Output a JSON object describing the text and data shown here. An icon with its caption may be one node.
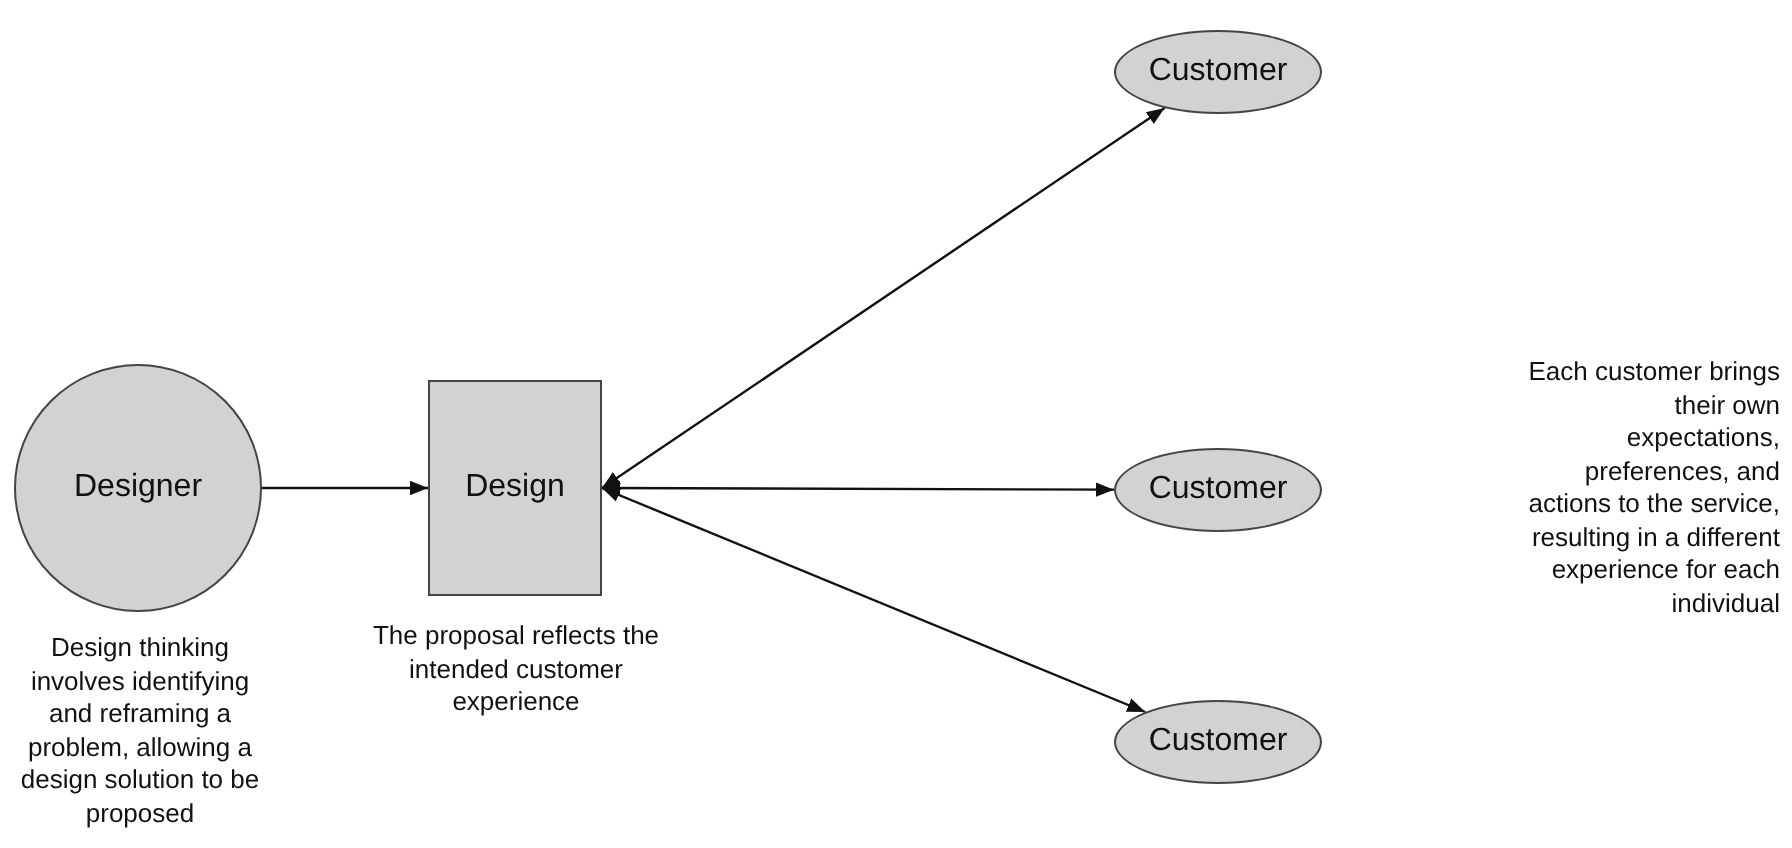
{
  "diagram": {
    "nodes": [
      {
        "text": [
          "Designer"
        ],
        "beside": [
          "Design thinking involves identifying and reframing a problem, allowing a design solution to be proposed"
        ]
      },
      {
        "text": [
          "Design"
        ],
        "beside": [
          "The proposal reflects the intended customer experience"
        ]
      },
      {
        "text": [
          "Customer"
        ]
      },
      {
        "text": [
          "Customer"
        ]
      },
      {
        "text": [
          "Customer"
        ]
      }
    ],
    "edges": [
      {
        "from": 0,
        "to": 1,
        "arrow": "to"
      },
      {
        "from": 1,
        "to": 2,
        "arrow": "both"
      },
      {
        "from": 1,
        "to": 3,
        "arrow": "both"
      },
      {
        "from": 1,
        "to": 4,
        "arrow": "both"
      }
    ],
    "labels": [
      "Each customer brings their own expectations, preferences, and actions to the service, resulting in a different experience for each individual"
    ]
  }
}
